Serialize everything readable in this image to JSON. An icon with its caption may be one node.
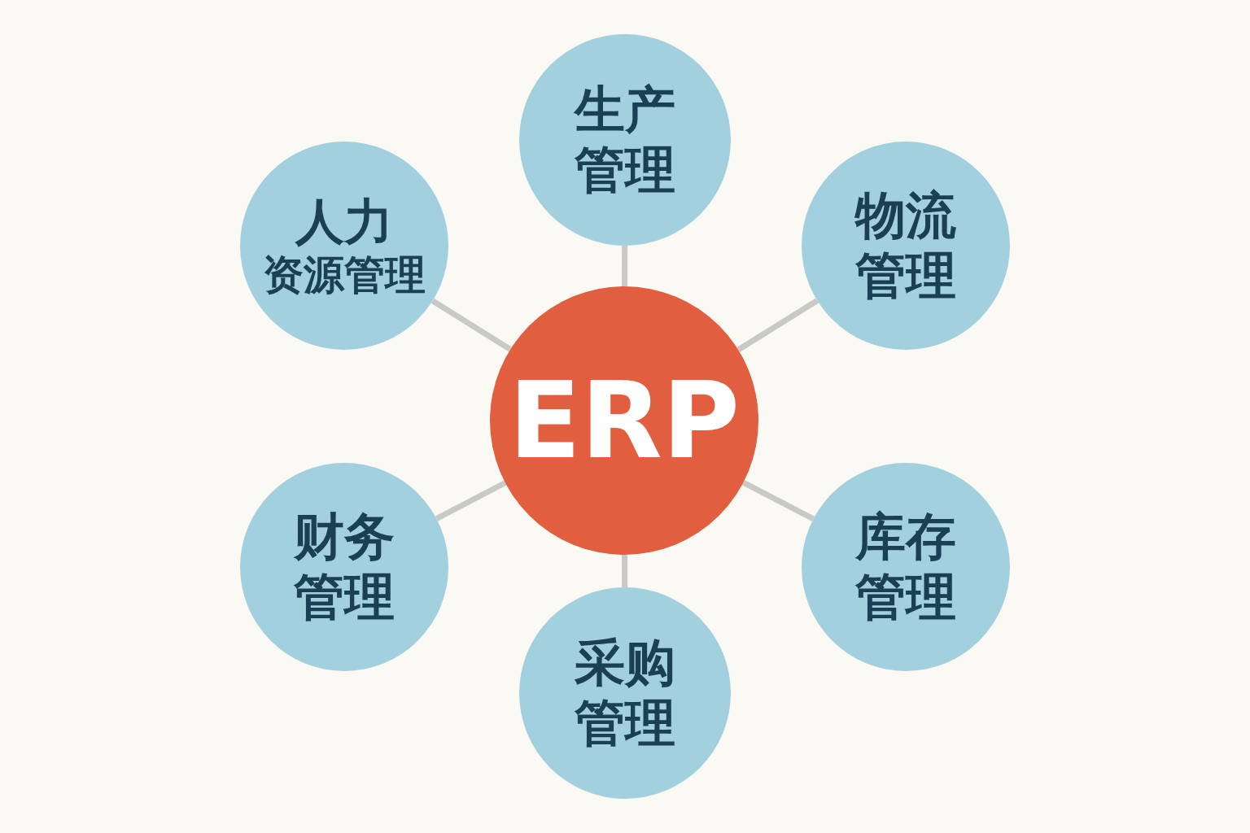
{
  "diagram": {
    "nodes": [
      {
        "text": [
          "ERP"
        ]
      },
      {
        "text": [
          "生产管理"
        ]
      },
      {
        "text": [
          "物流管理"
        ]
      },
      {
        "text": [
          "库存管理"
        ]
      },
      {
        "text": [
          "采购管理"
        ]
      },
      {
        "text": [
          "财务管理"
        ]
      },
      {
        "text": [
          "人力资源管理"
        ]
      }
    ],
    "edges": [
      {
        "from": 0,
        "to": 1,
        "arrow": "none"
      },
      {
        "from": 0,
        "to": 2,
        "arrow": "none"
      },
      {
        "from": 0,
        "to": 3,
        "arrow": "none"
      },
      {
        "from": 0,
        "to": 4,
        "arrow": "none"
      },
      {
        "from": 0,
        "to": 5,
        "arrow": "none"
      },
      {
        "from": 0,
        "to": 6,
        "arrow": "none"
      }
    ]
  }
}
